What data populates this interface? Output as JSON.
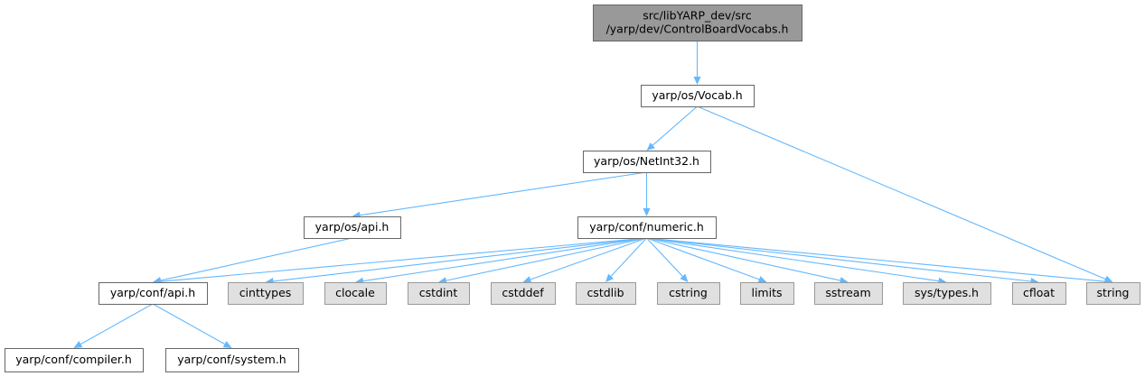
{
  "colors": {
    "edge": "#63b8ff",
    "root_fill": "#999999",
    "leaf_fill": "#e0e0e0",
    "node_fill": "#ffffff",
    "node_border": "#666666"
  },
  "nodes": [
    {
      "id": "root",
      "lines": [
        "src/libYARP_dev/src",
        "/yarp/dev/ControlBoardVocabs.h"
      ],
      "kind": "root"
    },
    {
      "id": "vocab",
      "lines": [
        "yarp/os/Vocab.h"
      ],
      "kind": "normal"
    },
    {
      "id": "netint32",
      "lines": [
        "yarp/os/NetInt32.h"
      ],
      "kind": "normal"
    },
    {
      "id": "os_api",
      "lines": [
        "yarp/os/api.h"
      ],
      "kind": "normal"
    },
    {
      "id": "numeric",
      "lines": [
        "yarp/conf/numeric.h"
      ],
      "kind": "normal"
    },
    {
      "id": "conf_api",
      "lines": [
        "yarp/conf/api.h"
      ],
      "kind": "normal"
    },
    {
      "id": "cinttypes",
      "lines": [
        "cinttypes"
      ],
      "kind": "external"
    },
    {
      "id": "clocale",
      "lines": [
        "clocale"
      ],
      "kind": "external"
    },
    {
      "id": "cstdint",
      "lines": [
        "cstdint"
      ],
      "kind": "external"
    },
    {
      "id": "cstddef",
      "lines": [
        "cstddef"
      ],
      "kind": "external"
    },
    {
      "id": "cstdlib",
      "lines": [
        "cstdlib"
      ],
      "kind": "external"
    },
    {
      "id": "cstring",
      "lines": [
        "cstring"
      ],
      "kind": "external"
    },
    {
      "id": "limits",
      "lines": [
        "limits"
      ],
      "kind": "external"
    },
    {
      "id": "sstream",
      "lines": [
        "sstream"
      ],
      "kind": "external"
    },
    {
      "id": "systypes",
      "lines": [
        "sys/types.h"
      ],
      "kind": "external"
    },
    {
      "id": "cfloat",
      "lines": [
        "cfloat"
      ],
      "kind": "external"
    },
    {
      "id": "string",
      "lines": [
        "string"
      ],
      "kind": "external"
    },
    {
      "id": "compiler",
      "lines": [
        "yarp/conf/compiler.h"
      ],
      "kind": "normal"
    },
    {
      "id": "system",
      "lines": [
        "yarp/conf/system.h"
      ],
      "kind": "normal"
    }
  ],
  "edges": [
    {
      "from": "root",
      "to": "vocab"
    },
    {
      "from": "vocab",
      "to": "netint32"
    },
    {
      "from": "vocab",
      "to": "string"
    },
    {
      "from": "netint32",
      "to": "os_api"
    },
    {
      "from": "netint32",
      "to": "numeric"
    },
    {
      "from": "os_api",
      "to": "conf_api"
    },
    {
      "from": "numeric",
      "to": "conf_api"
    },
    {
      "from": "numeric",
      "to": "cinttypes"
    },
    {
      "from": "numeric",
      "to": "clocale"
    },
    {
      "from": "numeric",
      "to": "cstdint"
    },
    {
      "from": "numeric",
      "to": "cstddef"
    },
    {
      "from": "numeric",
      "to": "cstdlib"
    },
    {
      "from": "numeric",
      "to": "cstring"
    },
    {
      "from": "numeric",
      "to": "limits"
    },
    {
      "from": "numeric",
      "to": "sstream"
    },
    {
      "from": "numeric",
      "to": "systypes"
    },
    {
      "from": "numeric",
      "to": "cfloat"
    },
    {
      "from": "numeric",
      "to": "string"
    },
    {
      "from": "conf_api",
      "to": "compiler"
    },
    {
      "from": "conf_api",
      "to": "system"
    }
  ]
}
